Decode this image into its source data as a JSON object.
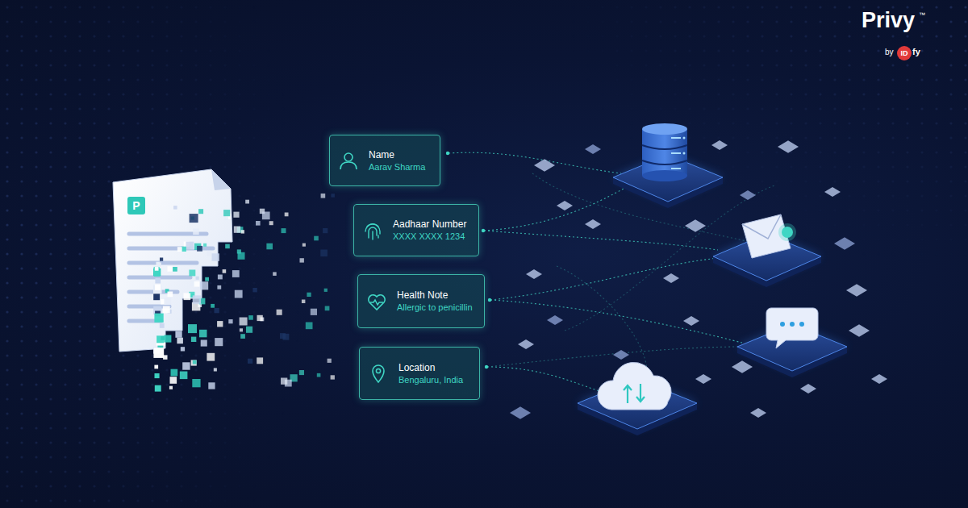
{
  "diagram": {
    "nodes": [
      {
        "text": [
          "Name",
          "Aarav Sharma"
        ]
      },
      {
        "text": [
          "Aadhaar Number",
          "XXXX XXXX 1234"
        ]
      },
      {
        "text": [
          "Health Note",
          "Allergic to penicillin"
        ]
      },
      {
        "text": [
          "Location",
          "Bengaluru, India"
        ]
      }
    ],
    "labels": [
      "Privy",
      "™",
      "by",
      "ID",
      "fy",
      "P"
    ]
  }
}
